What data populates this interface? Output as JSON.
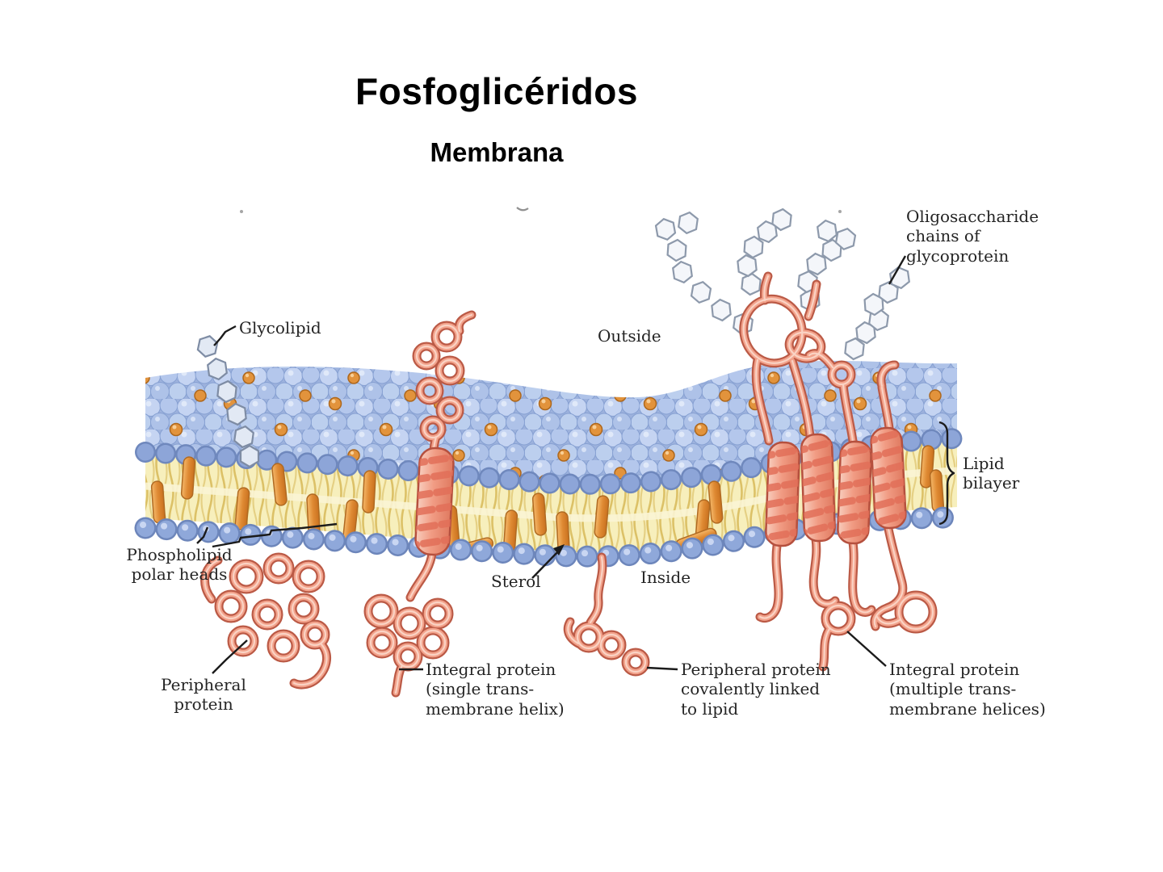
{
  "slide": {
    "title": "Fosfoglicéridos",
    "subtitle": "Membrana"
  },
  "diagram": {
    "labels": {
      "glycolipid": "Glycolipid",
      "outside": "Outside",
      "oligosaccharide": "Oligosaccharide\nchains of\nglycoprotein",
      "lipid_bilayer": "Lipid\nbilayer",
      "phospholipid": "Phospholipid\npolar heads",
      "sterol": "Sterol",
      "inside": "Inside",
      "peripheral_protein": "Peripheral\nprotein",
      "integral_single": "Integral protein\n(single trans-\nmembrane helix)",
      "peripheral_covalent": "Peripheral protein\ncovalently linked\nto lipid",
      "integral_multiple": "Integral protein\n(multiple trans-\nmembrane helices)"
    },
    "colors": {
      "membrane_heads_blue": "#b7c9ec",
      "tail_core_yellow": "#f7efbc",
      "protein_salmon": "#f2a28b",
      "sterol_orange": "#e0923c",
      "glycan_gray": "#8d99ab",
      "label_ink": "#242424"
    }
  }
}
